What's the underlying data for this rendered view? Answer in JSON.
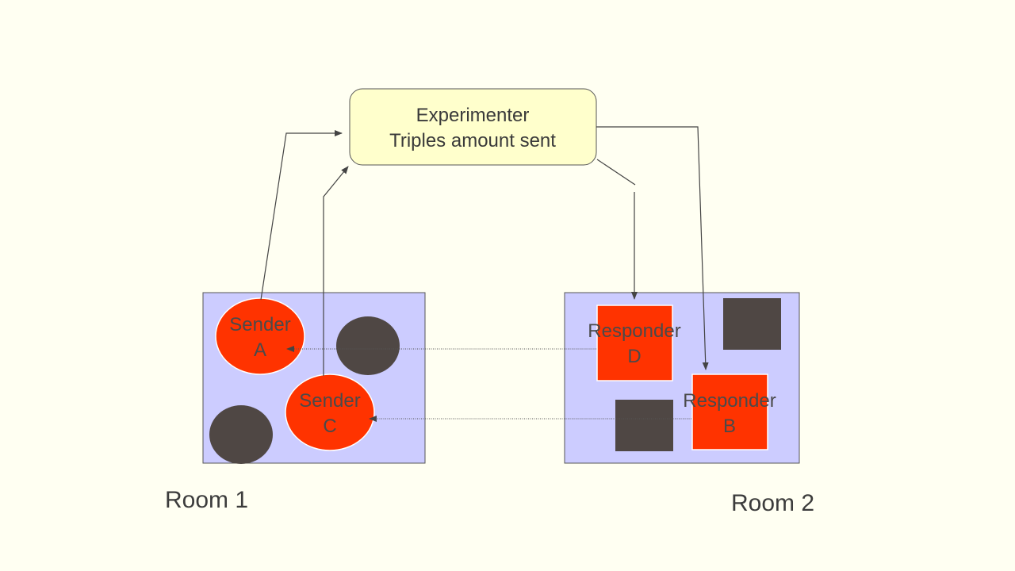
{
  "experimenter": {
    "line1": "Experimenter",
    "line2": "Triples amount sent"
  },
  "rooms": {
    "room1": "Room 1",
    "room2": "Room 2"
  },
  "nodes": {
    "sender_a": {
      "line1": "Sender",
      "line2": "A"
    },
    "sender_c": {
      "line1": "Sender",
      "line2": "C"
    },
    "responder_d": {
      "line1": "Responder",
      "line2": "D"
    },
    "responder_b": {
      "line1": "Responder",
      "line2": "B"
    }
  },
  "colors": {
    "background": "#fffff2",
    "experimenter_fill": "#ffffcc",
    "room_fill": "#ccccff",
    "active_fill": "#ff3300",
    "inactive_fill": "#4f4744",
    "arrow": "#444444"
  }
}
